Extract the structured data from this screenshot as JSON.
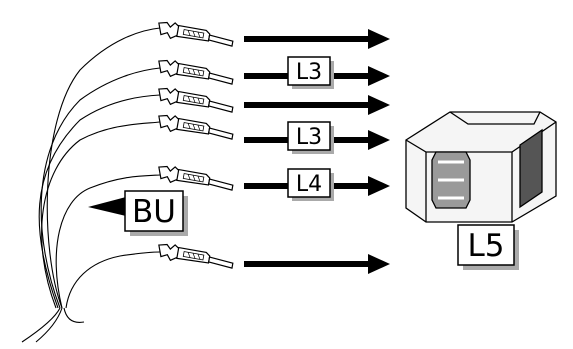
{
  "diagram": {
    "arrow_labels": [
      "L3",
      "L3",
      "L4"
    ],
    "wire_color_label": "BU",
    "connector_label": "L5",
    "terminal_count": 6
  }
}
